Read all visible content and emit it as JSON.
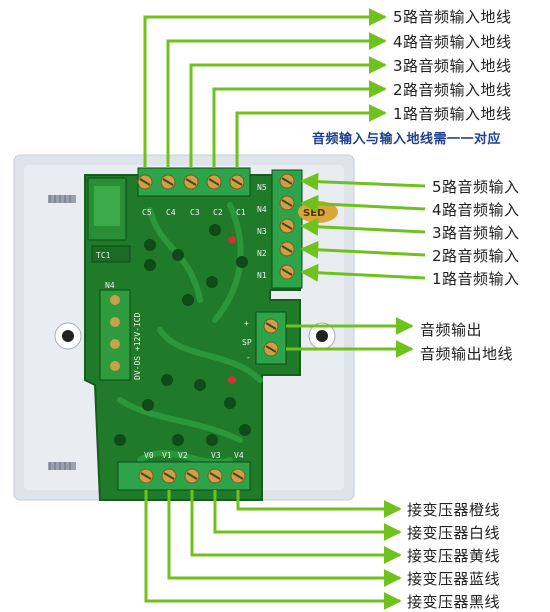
{
  "top_labels": [
    "5路音频输入地线",
    "4路音频输入地线",
    "3路音频输入地线",
    "2路音频输入地线",
    "1路音频输入地线"
  ],
  "note": "音频输入与输入地线需一一对应",
  "right_inputs": [
    "5路音频输入",
    "4路音频输入",
    "3路音频输入",
    "2路音频输入",
    "1路音频输入"
  ],
  "outputs": [
    "音频输出",
    "音频输出地线"
  ],
  "bottom_labels": [
    "接变压器橙线",
    "接变压器白线",
    "接变压器黄线",
    "接变压器蓝线",
    "接变压器黑线"
  ],
  "board": {
    "top_silk": [
      "C5",
      "C4",
      "C3",
      "C2",
      "C1"
    ],
    "right_silk": [
      "N5",
      "N4",
      "N3",
      "N2",
      "N1"
    ],
    "right_extra": "N2",
    "bottom_silk": [
      "V0",
      "V1",
      "V2",
      "V3",
      "V4"
    ],
    "sp_label": "SP",
    "sp_plus": "+",
    "sp_minus": "-",
    "left_silk": "N4",
    "relay_silk": "TC1",
    "stamp": "SED",
    "vertical_silk": "DV-OS +12V-ICD"
  },
  "colors": {
    "arrow": "#6fc21b",
    "pcb": "#1f7a2a",
    "pcb_dark": "#155c1e",
    "plate": "#dfe3ea",
    "terminal": "#2ea44a"
  }
}
